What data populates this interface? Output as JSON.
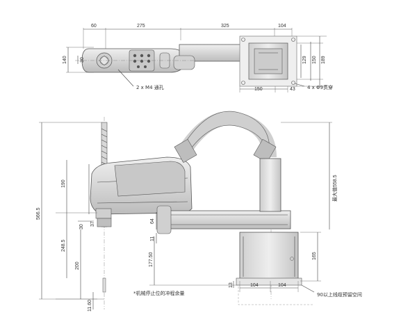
{
  "top_view": {
    "dims_horizontal": [
      "60",
      "275",
      "325",
      "104",
      "150",
      "43"
    ],
    "dims_vertical": [
      "140",
      "30",
      "129",
      "150",
      "189"
    ],
    "callout_holes": "2 x M4 通孔",
    "callout_mount": "4 x Φ9贯穿"
  },
  "side_view": {
    "dims_left_vertical": [
      "566.5",
      "248.5",
      "200",
      "11.60",
      "190"
    ],
    "dims_small": [
      "30",
      "37",
      "64",
      "11",
      "177.50",
      "13"
    ],
    "dims_right": [
      "最大值558.5",
      "165"
    ],
    "dims_bottom": [
      "104",
      "104"
    ],
    "note_stroke": "*机械停止位的冲程余量",
    "note_cable": "90以上线缆预留空间"
  },
  "colors": {
    "body_fill": "#dcdcdc",
    "body_dark": "#b8b8b8",
    "line": "#444444",
    "background": "#ffffff"
  }
}
